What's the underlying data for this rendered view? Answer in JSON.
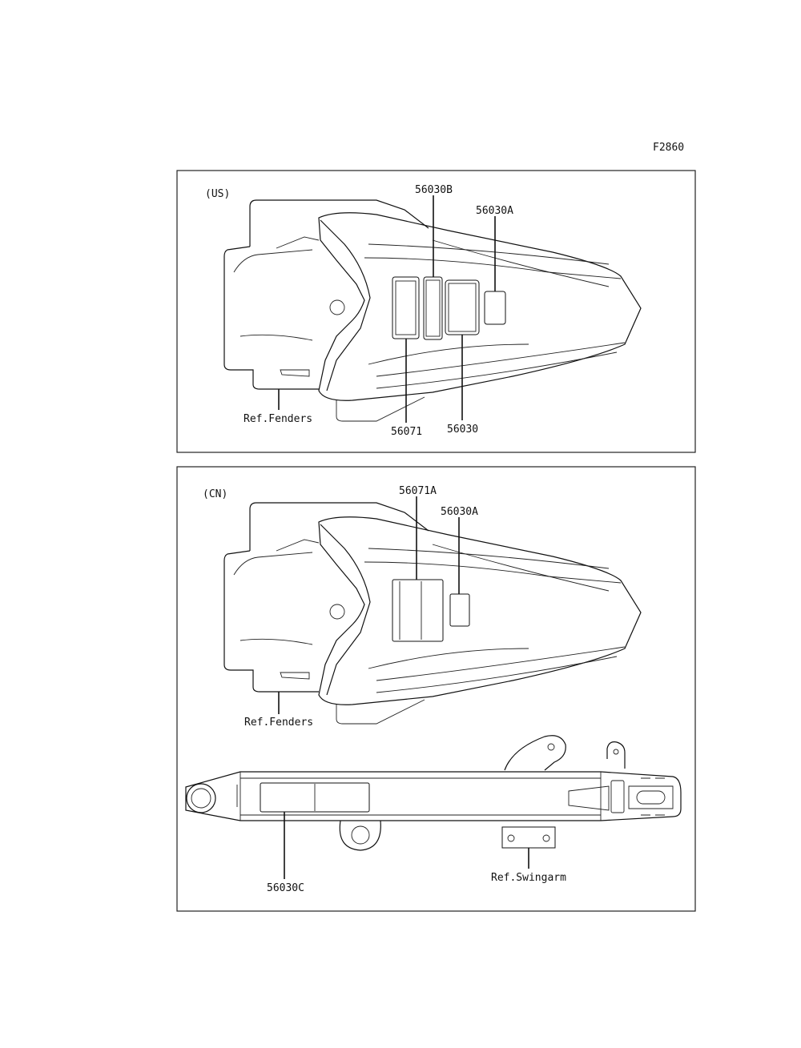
{
  "figure_code": "F2860",
  "panels": [
    {
      "region": "(US)",
      "labels": {
        "part_56030B": "56030B",
        "part_56030A": "56030A",
        "part_56071": "56071",
        "part_56030": "56030",
        "ref_fenders": "Ref.Fenders"
      }
    },
    {
      "region": "(CN)",
      "labels": {
        "part_56071A": "56071A",
        "part_56030A": "56030A",
        "ref_fenders": "Ref.Fenders",
        "part_56030C": "56030C",
        "ref_swingarm": "Ref.Swingarm"
      }
    }
  ]
}
